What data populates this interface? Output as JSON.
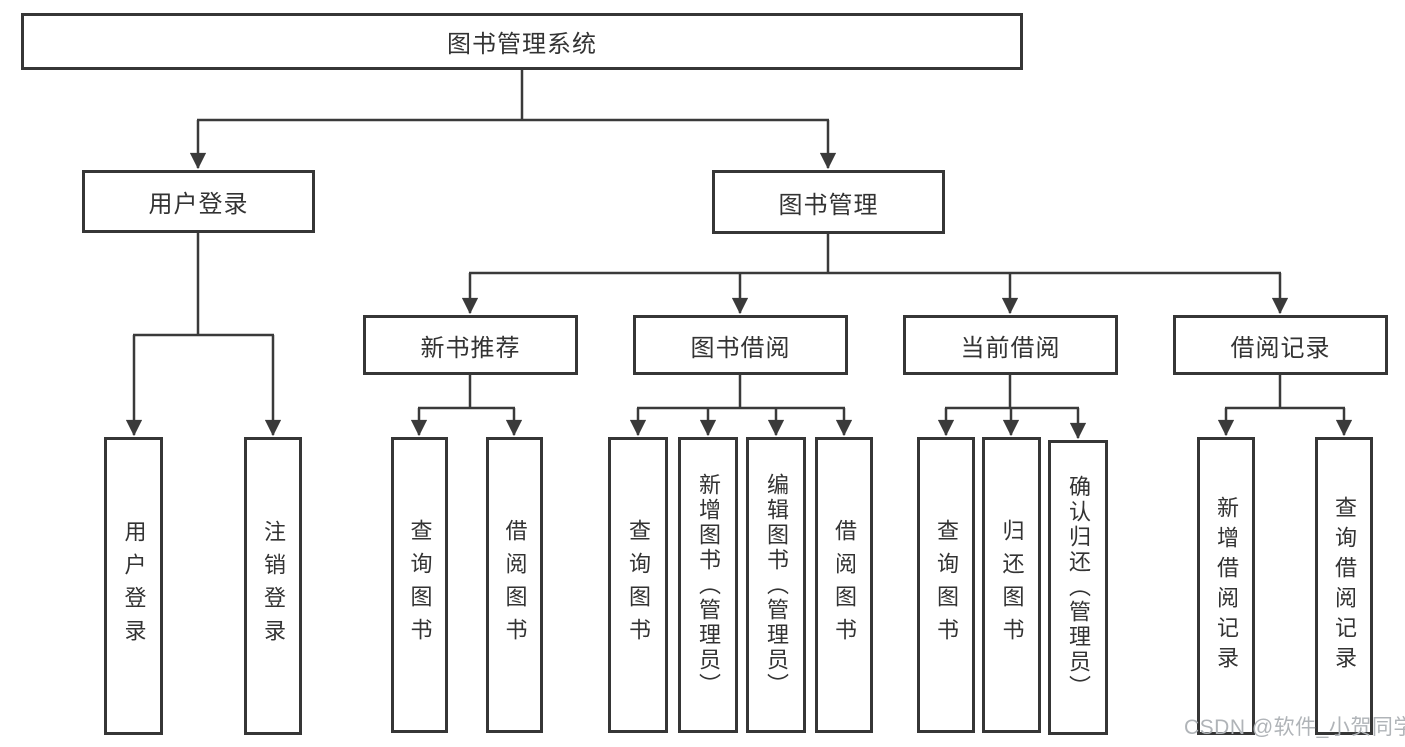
{
  "diagram": {
    "root": {
      "label": "图书管理系统"
    },
    "branches": [
      {
        "label": "用户登录",
        "children": [
          {
            "label": "用户登录"
          },
          {
            "label": "注销登录"
          }
        ]
      },
      {
        "label": "图书管理",
        "children": [
          {
            "label": "新书推荐",
            "children": [
              {
                "label": "查询图书"
              },
              {
                "label": "借阅图书"
              }
            ]
          },
          {
            "label": "图书借阅",
            "children": [
              {
                "label": "查询图书"
              },
              {
                "label": "新增图书（管理员）"
              },
              {
                "label": "编辑图书（管理员）"
              },
              {
                "label": "借阅图书"
              }
            ]
          },
          {
            "label": "当前借阅",
            "children": [
              {
                "label": "查询图书"
              },
              {
                "label": "归还图书"
              },
              {
                "label": "确认归还（管理员）"
              }
            ]
          },
          {
            "label": "借阅记录",
            "children": [
              {
                "label": "新增借阅记录"
              },
              {
                "label": "查询借阅记录"
              }
            ]
          }
        ]
      }
    ]
  },
  "watermark": {
    "text": "CSDN @软件_小贺同学"
  },
  "colors": {
    "line": "#3a3a3a",
    "box_border": "#363636",
    "text": "#333333",
    "watermark": "#b0b4b8",
    "background": "#ffffff"
  }
}
